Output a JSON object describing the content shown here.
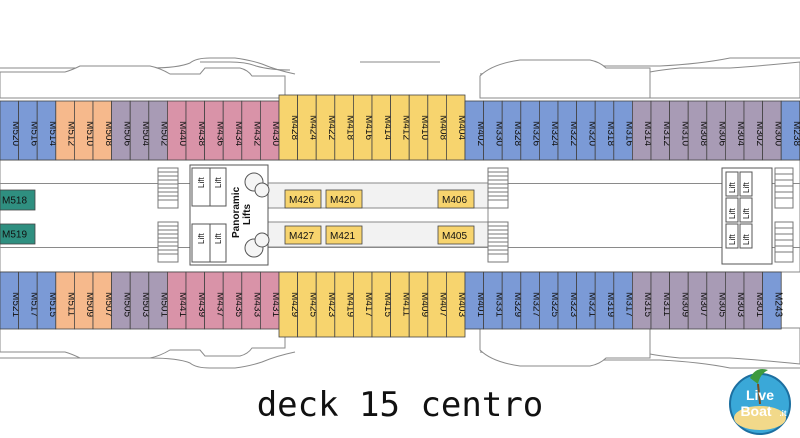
{
  "title": "deck 15 centro",
  "colors": {
    "blue": "#7b9ad6",
    "orange": "#f6b98c",
    "purple": "#a89bb5",
    "pink": "#d993a8",
    "yellow": "#f7d46e",
    "teal": "#2f8f80",
    "hull_line": "#888888"
  },
  "top_cabins": [
    {
      "label": "M520",
      "color": "blue"
    },
    {
      "label": "M516",
      "color": "blue"
    },
    {
      "label": "M514",
      "color": "blue"
    },
    {
      "label": "M512",
      "color": "orange"
    },
    {
      "label": "M510",
      "color": "orange"
    },
    {
      "label": "M508",
      "color": "orange"
    },
    {
      "label": "M506",
      "color": "purple"
    },
    {
      "label": "M504",
      "color": "purple"
    },
    {
      "label": "M502",
      "color": "purple"
    },
    {
      "label": "M440",
      "color": "pink"
    },
    {
      "label": "M438",
      "color": "pink"
    },
    {
      "label": "M436",
      "color": "pink"
    },
    {
      "label": "M434",
      "color": "pink"
    },
    {
      "label": "M432",
      "color": "pink"
    },
    {
      "label": "M430",
      "color": "pink"
    },
    {
      "label": "M428",
      "color": "yellow"
    },
    {
      "label": "M424",
      "color": "yellow"
    },
    {
      "label": "M422",
      "color": "yellow"
    },
    {
      "label": "M418",
      "color": "yellow"
    },
    {
      "label": "M416",
      "color": "yellow"
    },
    {
      "label": "M414",
      "color": "yellow"
    },
    {
      "label": "M412",
      "color": "yellow"
    },
    {
      "label": "M410",
      "color": "yellow"
    },
    {
      "label": "M408",
      "color": "yellow"
    },
    {
      "label": "M404",
      "color": "yellow"
    },
    {
      "label": "M402",
      "color": "blue"
    },
    {
      "label": "M330",
      "color": "blue"
    },
    {
      "label": "M328",
      "color": "blue"
    },
    {
      "label": "M326",
      "color": "blue"
    },
    {
      "label": "M324",
      "color": "blue"
    },
    {
      "label": "M322",
      "color": "blue"
    },
    {
      "label": "M320",
      "color": "blue"
    },
    {
      "label": "M318",
      "color": "blue"
    },
    {
      "label": "M316",
      "color": "blue"
    },
    {
      "label": "M314",
      "color": "purple"
    },
    {
      "label": "M312",
      "color": "purple"
    },
    {
      "label": "M310",
      "color": "purple"
    },
    {
      "label": "M308",
      "color": "purple"
    },
    {
      "label": "M306",
      "color": "purple"
    },
    {
      "label": "M304",
      "color": "purple"
    },
    {
      "label": "M302",
      "color": "purple"
    },
    {
      "label": "M300",
      "color": "purple"
    },
    {
      "label": "M238",
      "color": "blue"
    }
  ],
  "bottom_cabins": [
    {
      "label": "M521",
      "color": "blue"
    },
    {
      "label": "M517",
      "color": "blue"
    },
    {
      "label": "M515",
      "color": "blue"
    },
    {
      "label": "M511",
      "color": "orange"
    },
    {
      "label": "M509",
      "color": "orange"
    },
    {
      "label": "M507",
      "color": "orange"
    },
    {
      "label": "M505",
      "color": "purple"
    },
    {
      "label": "M503",
      "color": "purple"
    },
    {
      "label": "M501",
      "color": "purple"
    },
    {
      "label": "M441",
      "color": "pink"
    },
    {
      "label": "M439",
      "color": "pink"
    },
    {
      "label": "M437",
      "color": "pink"
    },
    {
      "label": "M435",
      "color": "pink"
    },
    {
      "label": "M433",
      "color": "pink"
    },
    {
      "label": "M431",
      "color": "pink"
    },
    {
      "label": "M429",
      "color": "yellow"
    },
    {
      "label": "M425",
      "color": "yellow"
    },
    {
      "label": "M423",
      "color": "yellow"
    },
    {
      "label": "M419",
      "color": "yellow"
    },
    {
      "label": "M417",
      "color": "yellow"
    },
    {
      "label": "M415",
      "color": "yellow"
    },
    {
      "label": "M411",
      "color": "yellow"
    },
    {
      "label": "M409",
      "color": "yellow"
    },
    {
      "label": "M407",
      "color": "yellow"
    },
    {
      "label": "M403",
      "color": "yellow"
    },
    {
      "label": "M401",
      "color": "blue"
    },
    {
      "label": "M331",
      "color": "blue"
    },
    {
      "label": "M329",
      "color": "blue"
    },
    {
      "label": "M327",
      "color": "blue"
    },
    {
      "label": "M325",
      "color": "blue"
    },
    {
      "label": "M323",
      "color": "blue"
    },
    {
      "label": "M321",
      "color": "blue"
    },
    {
      "label": "M319",
      "color": "blue"
    },
    {
      "label": "M317",
      "color": "blue"
    },
    {
      "label": "M315",
      "color": "purple"
    },
    {
      "label": "M311",
      "color": "purple"
    },
    {
      "label": "M309",
      "color": "purple"
    },
    {
      "label": "M307",
      "color": "purple"
    },
    {
      "label": "M305",
      "color": "purple"
    },
    {
      "label": "M303",
      "color": "purple"
    },
    {
      "label": "M301",
      "color": "purple"
    },
    {
      "label": "M243",
      "color": "blue"
    }
  ],
  "side_cabins": [
    {
      "label": "M518",
      "color": "teal"
    },
    {
      "label": "M519",
      "color": "teal"
    }
  ],
  "mid_cabins": [
    {
      "label": "M426",
      "color": "yellow"
    },
    {
      "label": "M420",
      "color": "yellow"
    },
    {
      "label": "M406",
      "color": "yellow"
    },
    {
      "label": "M427",
      "color": "yellow"
    },
    {
      "label": "M421",
      "color": "yellow"
    },
    {
      "label": "M405",
      "color": "yellow"
    }
  ],
  "lifts": {
    "panoramic_label_1": "Panoramic",
    "panoramic_label_2": "Lifts",
    "lift_label": "Lift"
  },
  "logo": {
    "text_1": "Live",
    "text_2": "Boat",
    "text_3": ".it"
  }
}
